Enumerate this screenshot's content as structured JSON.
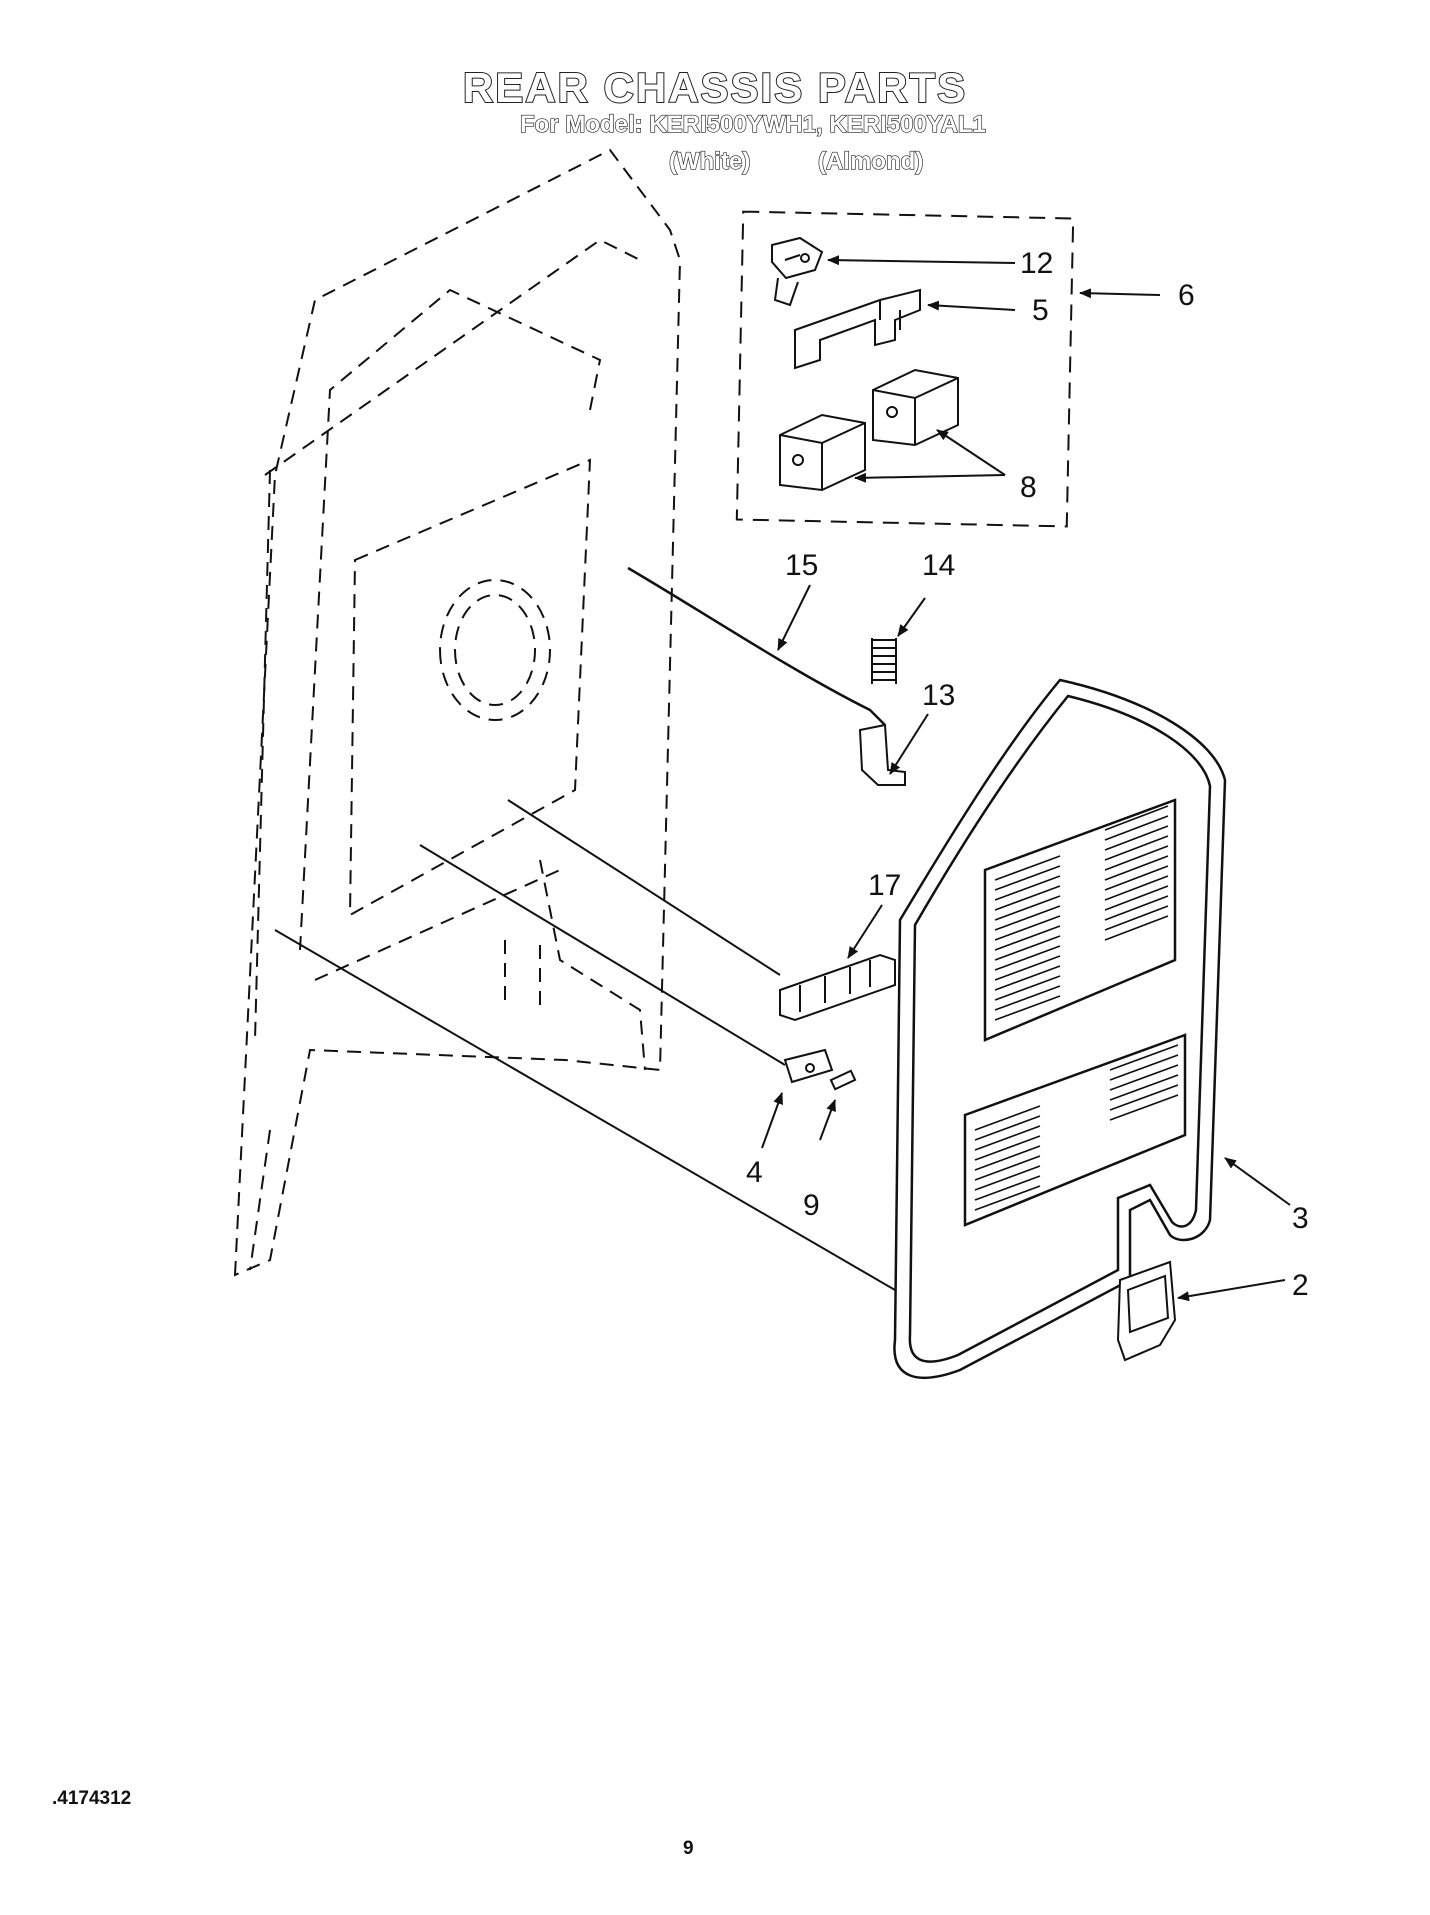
{
  "header": {
    "title": "REAR CHASSIS PARTS",
    "model_line": "For Model: KERI500YWH1, KERI500YAL1",
    "variants": [
      "(White)",
      "(Almond)"
    ]
  },
  "callouts": {
    "c12": "12",
    "c5": "5",
    "c6": "6",
    "c8": "8",
    "c15": "15",
    "c14": "14",
    "c13": "13",
    "c17": "17",
    "c4": "4",
    "c9": "9",
    "c3": "3",
    "c2": "2"
  },
  "footer": {
    "doc_number": ".4174312",
    "page_number": "9"
  }
}
